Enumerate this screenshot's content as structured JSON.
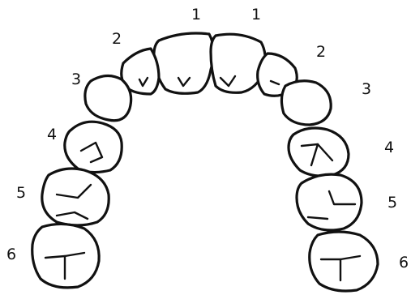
{
  "diagram": {
    "line_color": "#111111",
    "background": "#ffffff",
    "labels": {
      "left": [
        "1",
        "2",
        "3",
        "4",
        "5",
        "6"
      ],
      "right": [
        "1",
        "2",
        "3",
        "4",
        "5",
        "6"
      ]
    }
  }
}
